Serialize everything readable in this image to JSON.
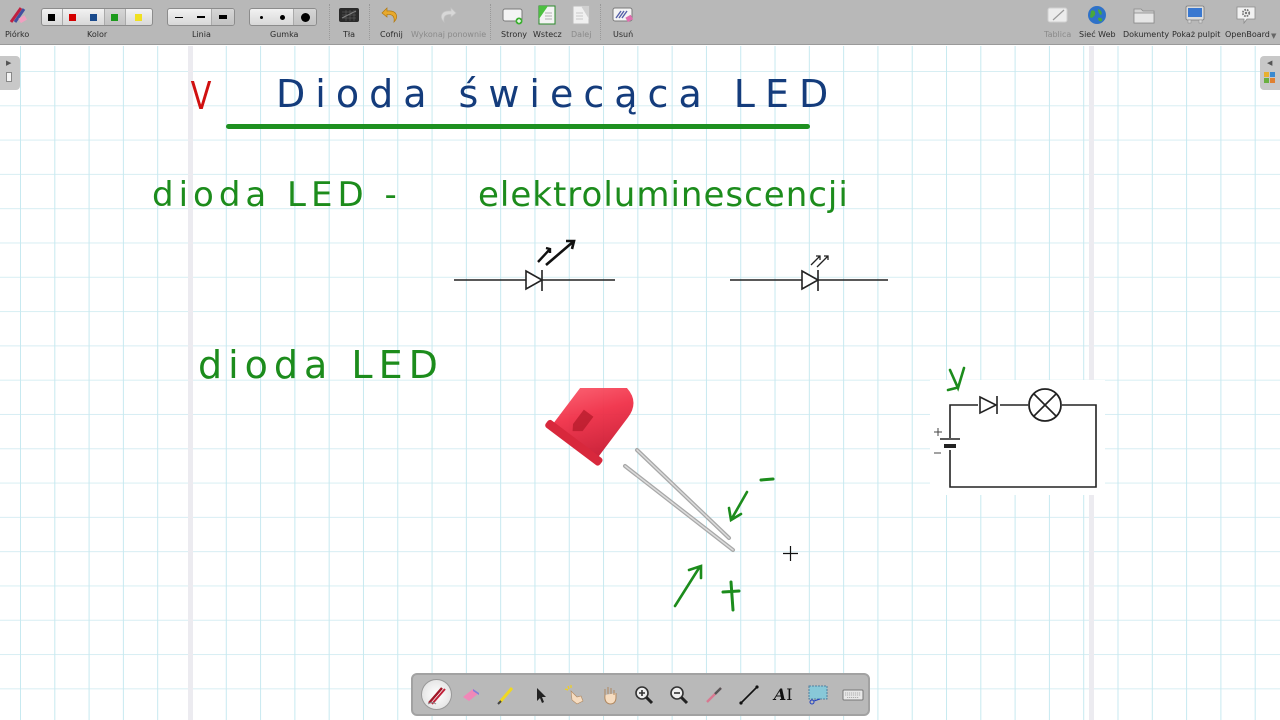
{
  "toolbar": {
    "pen": {
      "label": "Piórko",
      "icon": "pen-icon"
    },
    "color": {
      "label": "Kolor",
      "options": [
        "#000000",
        "#d40000",
        "#1a4a8c",
        "#1c9a1c",
        "#f0e020"
      ],
      "selected_index": 3
    },
    "line": {
      "label": "Linia",
      "options": [
        "thin",
        "medium",
        "thick"
      ],
      "selected_index": 2
    },
    "eraser": {
      "label": "Gumka",
      "options": [
        "small",
        "medium",
        "large"
      ],
      "selected_index": 2
    },
    "backgrounds": {
      "label": "Tła",
      "icon": "grid-background-icon"
    },
    "undo": {
      "label": "Cofnij",
      "icon": "undo-icon"
    },
    "redo": {
      "label": "Wykonaj ponownie",
      "icon": "redo-icon",
      "disabled": true
    },
    "pages": {
      "label": "Strony",
      "icon": "new-page-icon"
    },
    "back": {
      "label": "Wstecz",
      "icon": "previous-page-icon"
    },
    "next": {
      "label": "Dalej",
      "icon": "next-page-icon",
      "disabled": true
    },
    "erase": {
      "label": "Usuń",
      "icon": "clear-page-icon"
    },
    "board": {
      "label": "Tablica",
      "icon": "board-icon",
      "disabled": true
    },
    "web": {
      "label": "Sieć Web",
      "icon": "globe-icon"
    },
    "documents": {
      "label": "Dokumenty",
      "icon": "folder-icon"
    },
    "desktop": {
      "label": "Pokaż pulpit",
      "icon": "monitor-icon"
    },
    "app": {
      "label": "OpenBoard",
      "icon": "gear-icon"
    }
  },
  "board": {
    "check_mark": "V",
    "title": "Dioda świecąca LED",
    "line1_left": "dioda LED -",
    "line1_right": "elektroluminescencji",
    "line2": "dioda LED",
    "led_minus": "-",
    "led_plus": "+",
    "circuit_plus": "+",
    "circuit_minus": "-"
  },
  "colors": {
    "title_blue": "#143c7c",
    "ink_green": "#1c8c1c",
    "check_red": "#d01010",
    "underline_green": "#1e9020"
  },
  "palette": {
    "tools": [
      {
        "name": "pen-tool",
        "selected": true
      },
      {
        "name": "eraser-tool"
      },
      {
        "name": "highlighter-tool"
      },
      {
        "name": "select-tool"
      },
      {
        "name": "interact-tool"
      },
      {
        "name": "hand-tool"
      },
      {
        "name": "zoom-in-tool"
      },
      {
        "name": "zoom-out-tool"
      },
      {
        "name": "laser-pointer-tool"
      },
      {
        "name": "line-tool"
      },
      {
        "name": "text-tool",
        "label": "A"
      },
      {
        "name": "capture-tool"
      },
      {
        "name": "keyboard-tool"
      }
    ]
  }
}
